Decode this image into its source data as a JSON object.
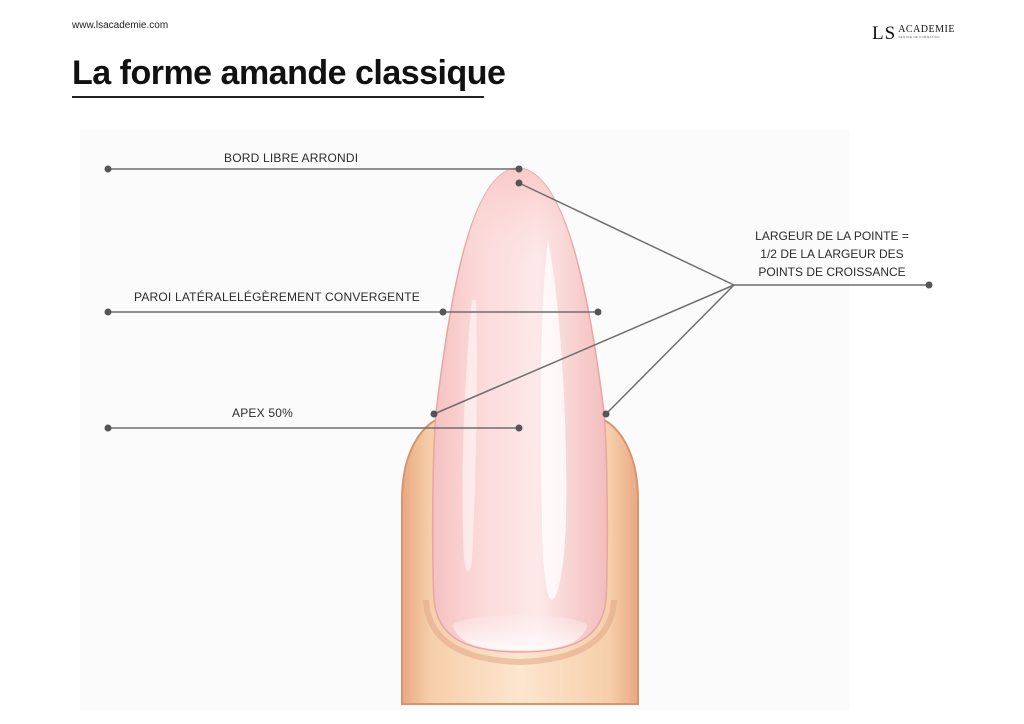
{
  "header": {
    "url": "www.lsacademie.com",
    "logo": {
      "ls": "LS",
      "academie": "ACADEMIE",
      "tagline": "CENTRE DE FORMATION"
    }
  },
  "title": "La forme amande classique",
  "labels": {
    "bord_libre": "BORD LIBRE ARRONDI",
    "paroi_laterale": "PAROI LATÉRALELÉGÈREMENT CONVERGENTE",
    "apex": "APEX 50%",
    "largeur_pointe": [
      "LARGEUR DE LA POINTE =",
      "1/2 DE LA LARGEUR DES",
      "POINTS DE CROISSANCE"
    ]
  },
  "colors": {
    "nail_light": "#fde6e6",
    "nail_mid": "#f7c6c6",
    "nail_edge": "#e8a8a8",
    "finger_light": "#fde2c8",
    "finger_mid": "#f3c39c",
    "finger_edge": "#d8946b",
    "pointer_line": "#6e6e6e",
    "pointer_dot": "#555555"
  }
}
